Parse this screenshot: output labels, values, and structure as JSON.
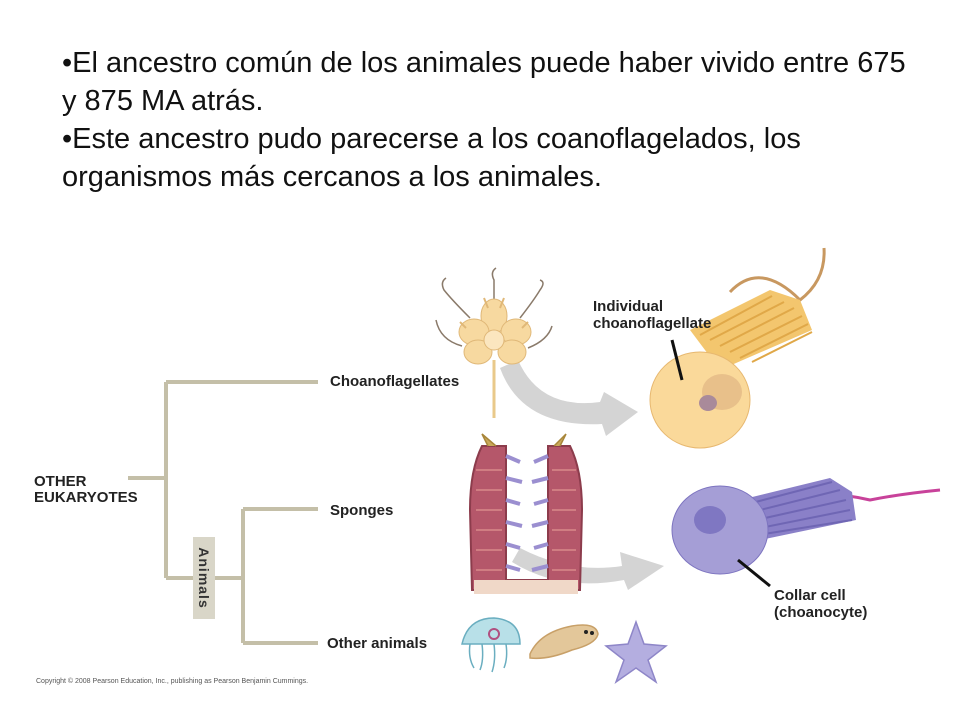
{
  "bullets": [
    "•El ancestro común de los animales puede haber vivido entre 675 y 875 MA atrás.",
    "•Este ancestro pudo parecerse a los coanoflagelados, los organismos más cercanos a los animales."
  ],
  "tree": {
    "root_label_line1": "OTHER",
    "root_label_line2": "EUKARYOTES",
    "clade_label": "Animals",
    "tips": {
      "choanoflagellates": "Choanoflagellates",
      "sponges": "Sponges",
      "other_animals": "Other animals"
    }
  },
  "callouts": {
    "individual_line1": "Individual",
    "individual_line2": "choanoflagellate",
    "collar_line1": "Collar cell",
    "collar_line2": "(choanocyte)"
  },
  "copyright": "Copyright © 2008 Pearson Education, Inc., publishing as Pearson Benjamin Cummings.",
  "colors": {
    "branch": "#c4bfa8",
    "choanoflagellate_cell": "#f7d9a0",
    "choanocyte_cell": "#9f97cf",
    "arrow": "#d4d4d4"
  }
}
